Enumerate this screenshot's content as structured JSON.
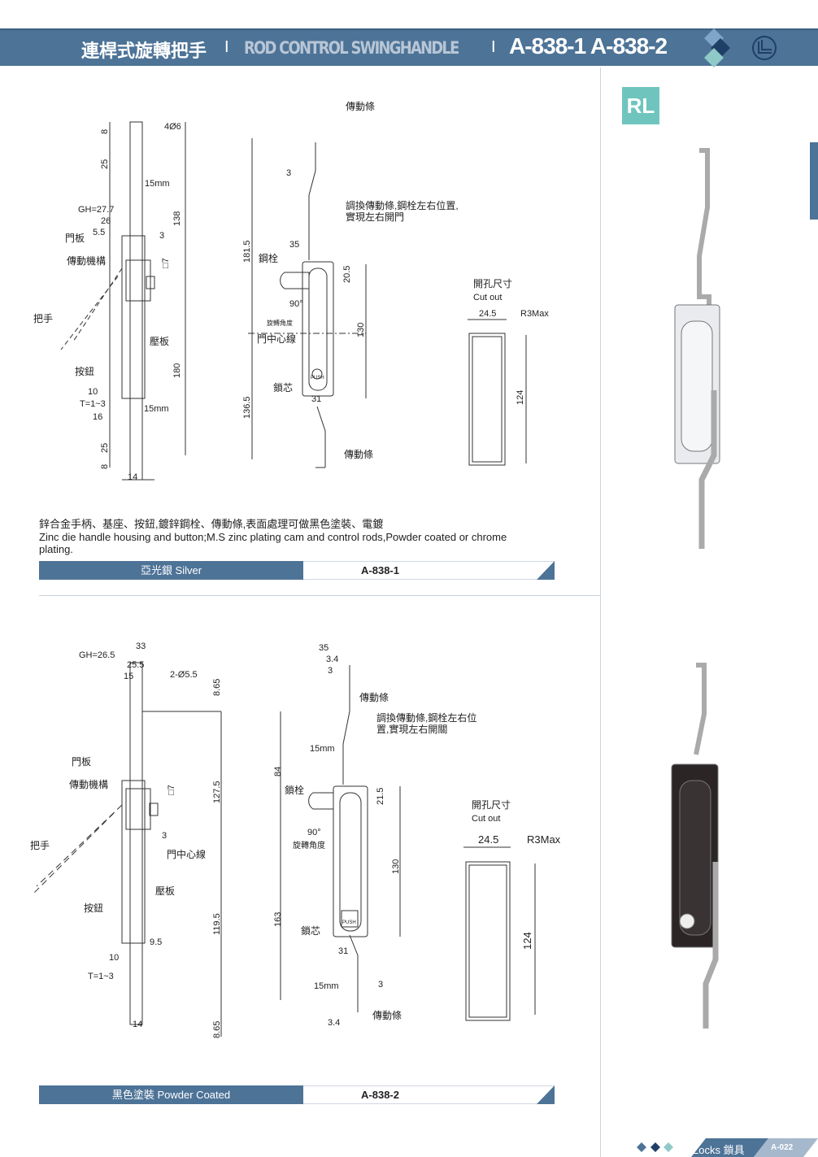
{
  "header": {
    "title_zh": "連桿式旋轉把手",
    "title_en": "ROD CONTROL SWINGHANDLE",
    "separator": "I",
    "codes": "A-838-1 A-838-2"
  },
  "badge": "RL",
  "product1": {
    "labels": {
      "rod_top": "傳動條",
      "adjust": "調換傳動條,鋼栓左右位置,實現左右開門",
      "steel_pin": "鋼栓",
      "rotation": "旋轉角度",
      "door_center": "門中心線",
      "lock_core": "鎖芯",
      "rod_bottom": "傳動條",
      "door_panel": "門板",
      "mechanism": "傳動機構",
      "handle": "把手",
      "press_plate": "壓板",
      "button": "按鈕",
      "cutout_zh": "開孔尺寸",
      "cutout_en": "Cut out",
      "push": "PUSH"
    },
    "dims": {
      "d8a": "8",
      "d25a": "25",
      "holes": "4Ø6",
      "move_top": "15mm",
      "gh": "GH=27.7",
      "d26": "26",
      "d55": "5.5",
      "d3": "3",
      "d138": "138",
      "sq7": "□7",
      "d180": "180",
      "d10": "10",
      "t": "T=1~3",
      "d16": "16",
      "move_bottom": "15mm",
      "d25b": "25",
      "d8b": "8",
      "d14": "14",
      "s3": "3",
      "s1815": "181.5",
      "s35": "35",
      "s205": "20.5",
      "s90": "90°",
      "s130": "130",
      "s1365": "136.5",
      "s31": "31",
      "c245": "24.5",
      "cr3": "R3Max",
      "c124": "124"
    },
    "description_zh": "鋅合金手柄、基座、按鈕,鍍鋅鋼栓、傳動條,表面處理可做黑色塗裝、電鍍",
    "description_en": "Zinc die handle housing and button;M.S zinc plating cam and control rods,Powder coated or chrome plating.",
    "finish": "亞光銀 Silver",
    "model": "A-838-1"
  },
  "product2": {
    "labels": {
      "rod_top": "傳動條",
      "adjust": "調換傳動條,鋼栓左右位置,實現左右開關",
      "steel_pin": "鎖栓",
      "rotation": "旋轉角度",
      "door_center": "門中心線",
      "lock_core": "鎖芯",
      "rod_bottom": "傳動條",
      "door_panel": "門板",
      "mechanism": "傳動機構",
      "handle": "把手",
      "press_plate": "壓板",
      "button": "按鈕",
      "cutout_zh": "開孔尺寸",
      "cutout_en": "Cut out",
      "push": "PUSH"
    },
    "dims": {
      "gh": "GH=26.5",
      "d33": "33",
      "d255": "25.5",
      "d15": "15",
      "holes": "2-Ø5.5",
      "d865a": "8.65",
      "d1275": "127.5",
      "sq7": "□7",
      "d3": "3",
      "d1195": "119.5",
      "d95": "9.5",
      "d10": "10",
      "t": "T=1~3",
      "d14": "14",
      "d865b": "8.65",
      "s35": "35",
      "s34": "3.4",
      "s3": "3",
      "move_top": "15mm",
      "s84": "84",
      "s215": "21.5",
      "s90": "90°",
      "s130": "130",
      "s163": "163",
      "s31": "31",
      "move_bottom": "15mm",
      "s3b": "3",
      "s34b": "3.4",
      "c245": "24.5",
      "cr3": "R3Max",
      "c124": "124"
    },
    "finish": "黑色塗裝 Powder Coated",
    "model": "A-838-2"
  },
  "footer": {
    "section": "Locks 鎖具",
    "page": "A-022"
  },
  "colors": {
    "brand": "#4d7397",
    "accent": "#6fc5be"
  }
}
